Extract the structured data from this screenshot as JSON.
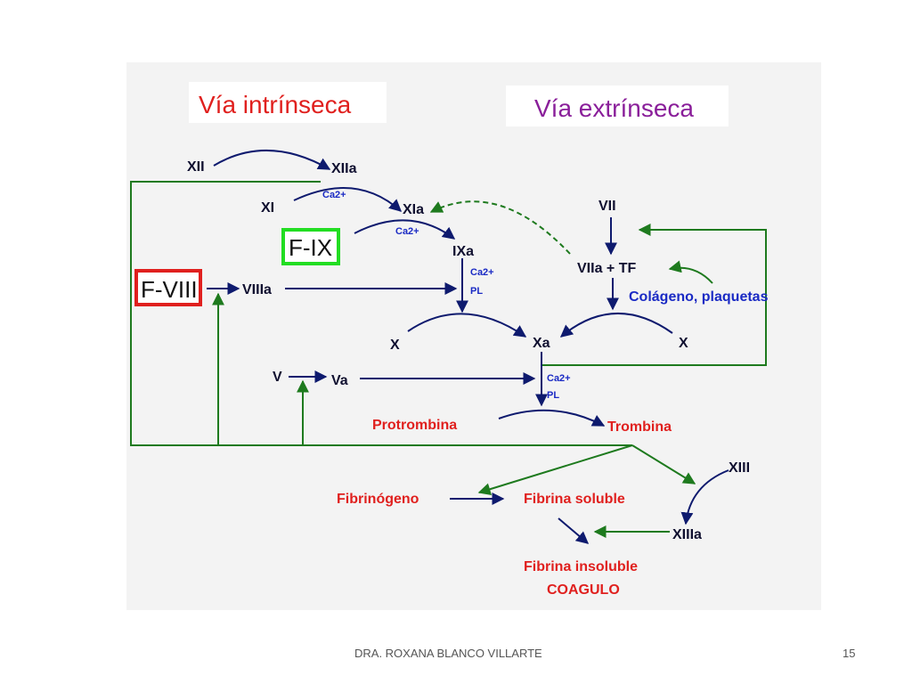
{
  "titles": {
    "intrinsic": "Vía intrínseca",
    "extrinsic": "Vía extrínseca"
  },
  "nodes": {
    "xii": "XII",
    "xiia": "XIIa",
    "xi": "XI",
    "xia": "XIa",
    "fix": "F-IX",
    "ixa": "IXa",
    "fviii": "F-VIII",
    "viiia": "VIIIa",
    "vii": "VII",
    "viia_tf": "VIIa + TF",
    "colageno": "Colágeno, plaquetas",
    "x_left": "X",
    "xa": "Xa",
    "x_right": "X",
    "v": "V",
    "va": "Va",
    "protrombina": "Protrombina",
    "trombina": "Trombina",
    "xiii": "XIII",
    "fibrinogeno": "Fibrinógeno",
    "fibrina_soluble": "Fibrina soluble",
    "xiiia": "XIIIa",
    "fibrina_insoluble": "Fibrina insoluble",
    "coagulo": "COAGULO"
  },
  "cofactors": {
    "ca_1": "Ca2+",
    "ca_2": "Ca2+",
    "ca_3": "Ca2+",
    "pl_1": "PL",
    "ca_4": "Ca2+",
    "pl_2": "PL"
  },
  "colors": {
    "dark_arrow": "#0e1a6e",
    "feedback_green": "#1e7a1e",
    "red_text": "#e0201e",
    "blue_text": "#1a2ac4",
    "purple_title": "#8a1f9a",
    "fix_box": "#22dd22",
    "fviii_box": "#e0201e"
  },
  "footer": {
    "author": "DRA. ROXANA BLANCO VILLARTE",
    "page": "15"
  }
}
